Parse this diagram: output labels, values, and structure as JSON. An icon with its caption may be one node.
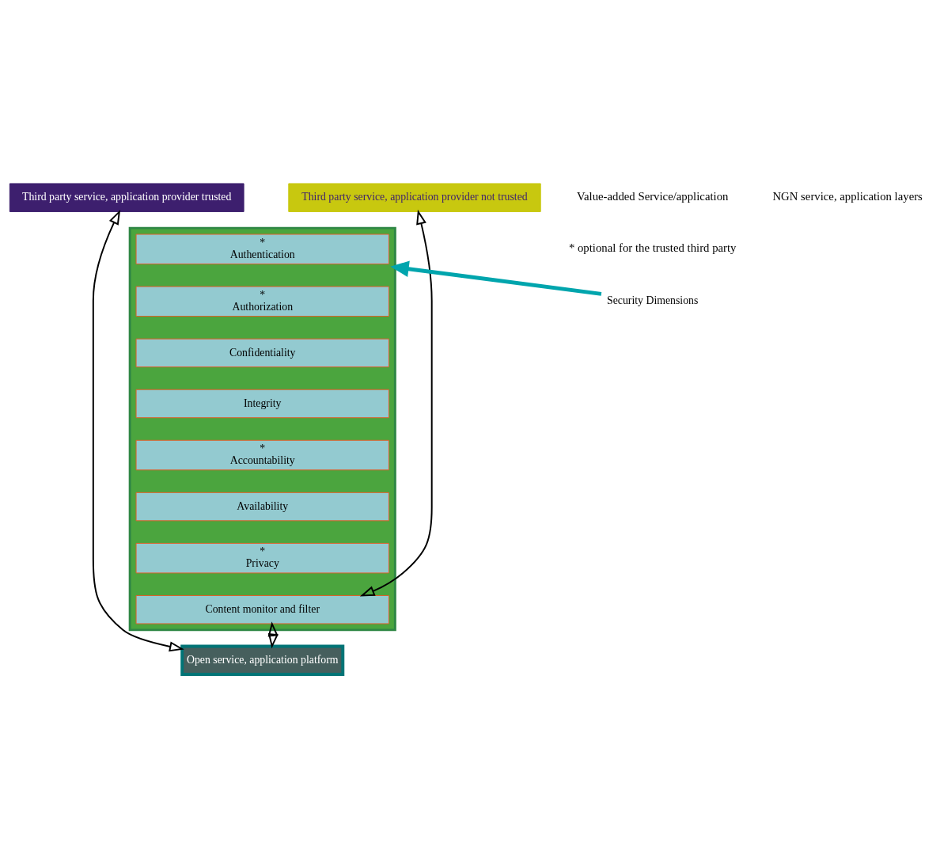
{
  "diagram": {
    "nodes": [
      {
        "text": [
          "Third party service, application provider trusted"
        ]
      },
      {
        "text": [
          "Third party service, application provider not trusted"
        ]
      },
      {
        "text": [],
        "shape": "box"
      },
      {
        "text": [
          "*",
          "Authentication"
        ],
        "in": 2
      },
      {
        "text": [
          "*",
          "Authorization"
        ],
        "in": 2
      },
      {
        "text": [
          "Confidentiality"
        ],
        "in": 2
      },
      {
        "text": [
          "Integrity"
        ],
        "in": 2
      },
      {
        "text": [
          "*",
          "Accountability"
        ],
        "in": 2
      },
      {
        "text": [
          "Availability"
        ],
        "in": 2
      },
      {
        "text": [
          "*",
          "Privacy"
        ],
        "in": 2
      },
      {
        "text": [
          "Content monitor and filter"
        ],
        "in": 2
      },
      {
        "text": [
          "Open service, application platform"
        ]
      },
      {
        "text": [
          "Security Dimensions"
        ]
      }
    ],
    "edges": [
      {
        "from": 0,
        "to": 11,
        "arrow": "both"
      },
      {
        "from": 1,
        "to": 10,
        "arrow": "both"
      },
      {
        "from": 10,
        "to": 11,
        "arrow": "both"
      },
      {
        "from": 12,
        "to": 2,
        "arrow": "to",
        "style": "thick",
        "color": "#00a5ad"
      }
    ],
    "labels": [
      "Value-added Service/application",
      "* optional for the trusted third party",
      "NGN service, application layers"
    ]
  }
}
